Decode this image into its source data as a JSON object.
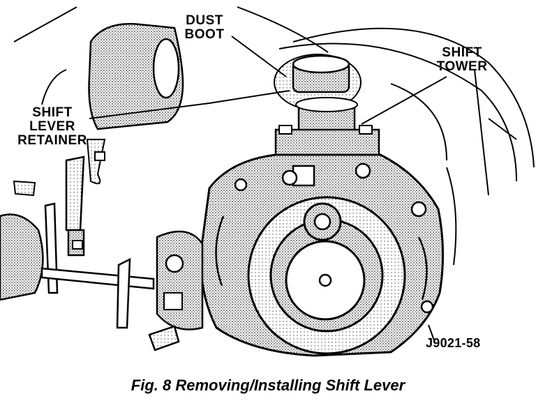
{
  "labels": {
    "dust_boot": [
      "DUST",
      "BOOT"
    ],
    "shift_tower": [
      "SHIFT",
      "TOWER"
    ],
    "shift_lever_retainer": [
      "SHIFT",
      "LEVER",
      "RETAINER"
    ]
  },
  "reference": "J9021-58",
  "caption": "Fig. 8 Removing/Installing Shift Lever"
}
